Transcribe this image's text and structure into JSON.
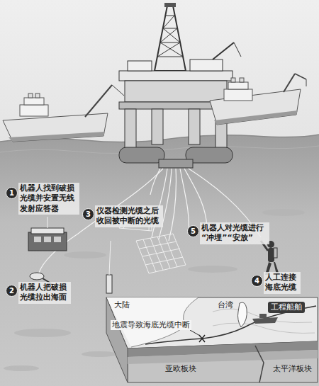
{
  "diagram": {
    "nodes": [
      {
        "text": [
          "1"
        ]
      },
      {
        "text": [
          "3"
        ]
      },
      {
        "text": [
          "5"
        ]
      },
      {
        "text": [
          "4"
        ]
      },
      {
        "text": [
          "2"
        ]
      }
    ],
    "labels": [
      "机器人找到破损光缆并安置无线发射应答器",
      "仪器检测光缆之后收回被中断的光缆",
      "机器人对光缆进行“冲埋”“安放”",
      "人工连接海底光缆",
      "机器人把破损光缆拉出海面",
      "大陆",
      "台湾",
      "工程船舶",
      "地震导致海底光缆中断",
      "亚欧板块",
      "太平洋板块"
    ]
  }
}
